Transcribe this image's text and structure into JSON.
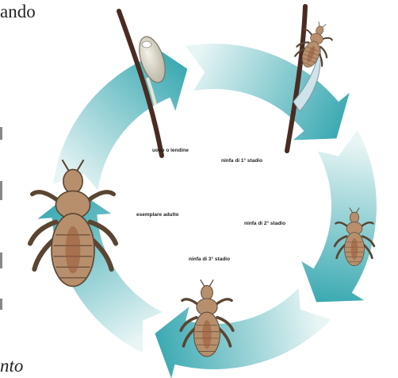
{
  "page_fragments": {
    "top": "ando",
    "bottom": "nto"
  },
  "stages": [
    {
      "id": "egg",
      "label": "uovo o lendine"
    },
    {
      "id": "nymph1",
      "label": "ninfa di 1° stadio"
    },
    {
      "id": "nymph2",
      "label": "ninfa di 2° stadio"
    },
    {
      "id": "nymph3",
      "label": "ninfa di 3° stadio"
    },
    {
      "id": "adult",
      "label": "esemplare adulto"
    }
  ],
  "colors": {
    "ring_light": "#e8f5f5",
    "ring_dark": "#3aa9b2",
    "louse_body": "#b78f6c",
    "louse_outline": "#5a4532",
    "hair": "#4a2b22"
  },
  "icons": [
    "hair-strand-icon",
    "egg-icon",
    "louse-icon"
  ]
}
